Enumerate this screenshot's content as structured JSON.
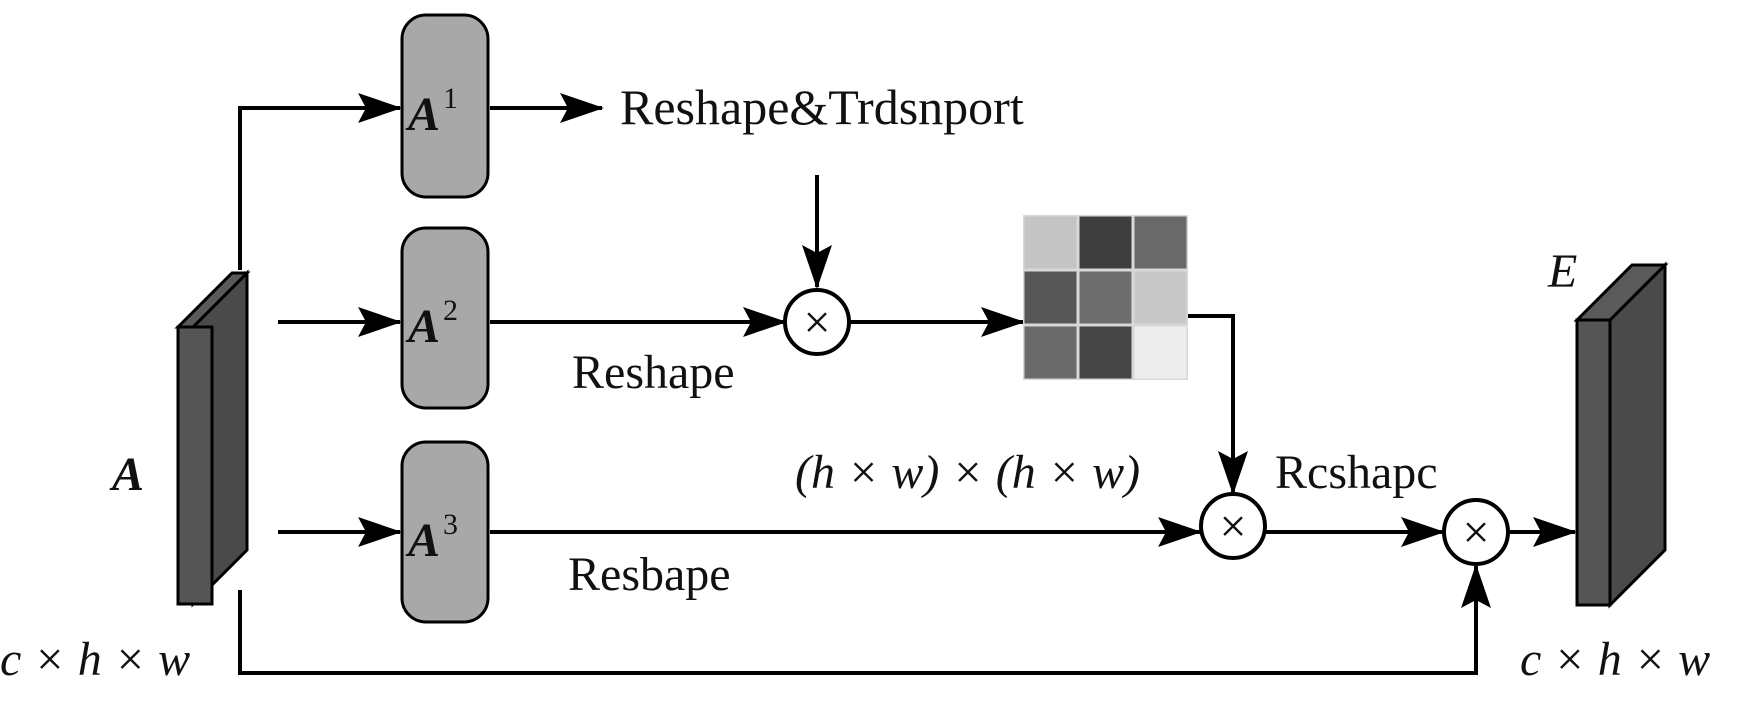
{
  "input": {
    "name": "A",
    "dims": "c × h × w"
  },
  "output": {
    "name": "E",
    "dims": "c × h × w"
  },
  "branches": [
    {
      "base": "A",
      "sup": "1"
    },
    {
      "base": "A",
      "sup": "2"
    },
    {
      "base": "A",
      "sup": "3"
    }
  ],
  "labels": {
    "reshape_transport": "Reshape&Trdsnport",
    "reshape_1": "Reshape",
    "reshape_2": "Resbape",
    "reshape_3": "Rcshapc",
    "attention_size": "(h × w) × (h × w)"
  },
  "multiply_symbol": "×",
  "attention_matrix": {
    "rows": 3,
    "cols": 3,
    "cells": [
      "#c4c4c4",
      "#3e3e3e",
      "#696969",
      "#575757",
      "#6e6e6e",
      "#c8c8c8",
      "#6a6a6a",
      "#454545",
      "#ececec"
    ]
  },
  "colors": {
    "block_front": "#555555",
    "block_side": "#3a3a3a",
    "branch_fill": "#a8a8a8",
    "line": "#000000"
  }
}
